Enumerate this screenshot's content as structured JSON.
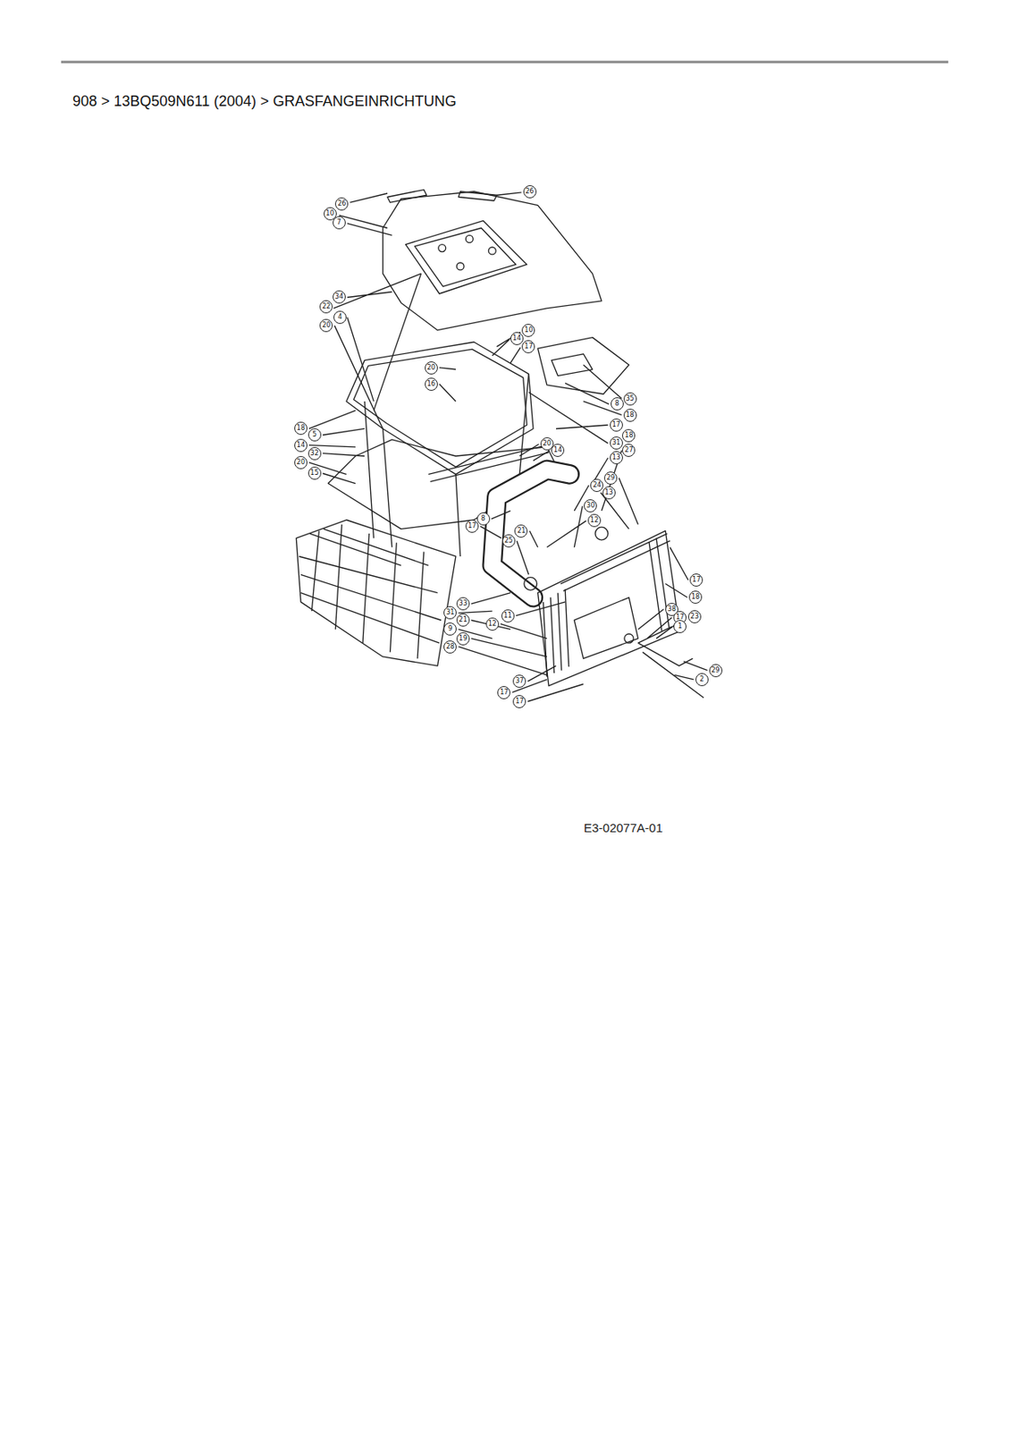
{
  "diagram": {
    "title": "908 > 13BQ509N611 (2004) > GRASFANGEINRICHTUNG",
    "caption": "E3-02077A-01",
    "labels": [
      "26",
      "10",
      "7",
      "26",
      "34",
      "22",
      "4",
      "20",
      "10",
      "14",
      "17",
      "20",
      "16",
      "8",
      "35",
      "18",
      "17",
      "18",
      "31",
      "27",
      "13",
      "18",
      "5",
      "14",
      "32",
      "20",
      "15",
      "20",
      "14",
      "29",
      "24",
      "13",
      "30",
      "12",
      "17",
      "8",
      "21",
      "25",
      "17",
      "18",
      "38",
      "17",
      "23",
      "1",
      "33",
      "31",
      "21",
      "9",
      "19",
      "28",
      "12",
      "11",
      "29",
      "2",
      "37",
      "17",
      "17"
    ]
  }
}
